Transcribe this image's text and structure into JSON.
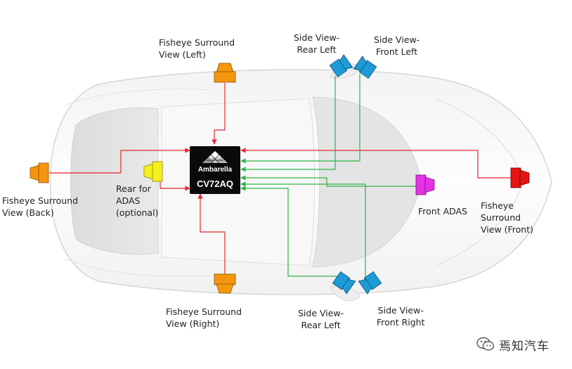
{
  "chip": {
    "brand": "Ambarella",
    "model": "CV72AQ"
  },
  "cameras": {
    "fisheye_left": {
      "label": "Fisheye Surround\nView (Left)"
    },
    "side_rear_left_top": {
      "label": "Side View-\nRear Left"
    },
    "side_front_left": {
      "label": "Side View-\nFront Left"
    },
    "fisheye_back": {
      "label": "Fisheye Surround\nView (Back)"
    },
    "rear_adas": {
      "label": "Rear for\nADAS\n(optional)"
    },
    "front_adas": {
      "label": "Front ADAS"
    },
    "fisheye_front": {
      "label": "Fisheye\nSurround\nView (Front)"
    },
    "fisheye_right": {
      "label": "Fisheye Surround\nView (Right)"
    },
    "side_rear_left_bottom": {
      "label": "Side View-\nRear Left"
    },
    "side_front_right": {
      "label": "Side View-\nFront Right"
    }
  },
  "colors": {
    "fisheye": "#f5960f",
    "side_view": "#1e9bd7",
    "rear_adas": "#f5f01e",
    "front_adas": "#e632e6",
    "fisheye_front": "#e61414",
    "red_line": "#e8262b",
    "green_line": "#2fb34a",
    "chip_bg": "#0a0a0a"
  },
  "watermark": {
    "text": "焉知汽车",
    "icon": "wechat-icon"
  }
}
